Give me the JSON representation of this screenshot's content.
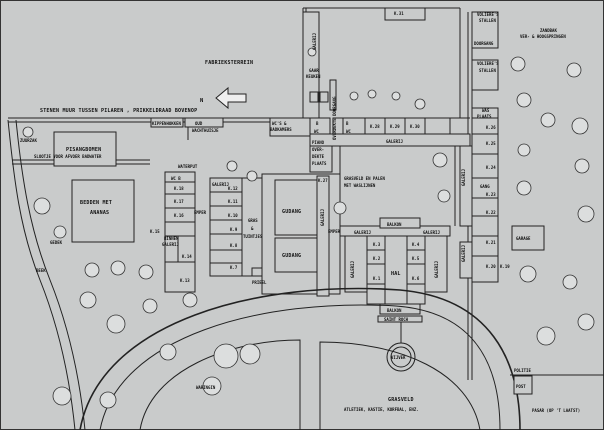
{
  "labels": {
    "fabrieksterrein": "FABRIEKSTERREIN",
    "stenen_muur": "STENEN MUUR TUSSEN PILAREN , PRIKKELDRAAD BOVENOP",
    "north": "N",
    "kippenhokken": "KIPPENHOKKEN",
    "oud_wachthuisje_1": "OUD",
    "oud_wachthuisje_2": "WACHTHUISJE",
    "zuurzak": "ZUURZAK",
    "pisangbomen": "PISANGBOMEN",
    "slootje": "SLOOTJE VOOR AFVOER BADWATER",
    "waterput": "WATERPUT",
    "bedden_1": "BEDDEN MET",
    "bedden_2": "ANANAS",
    "gedek": "GEDEK",
    "beek": "BEEK",
    "wc_b": "WC B",
    "k18": "K.18",
    "k17": "K.17",
    "k16": "K.16",
    "k15": "K.15",
    "k14": "K.14",
    "k13": "K.13",
    "binnen_1": "BINNEN",
    "binnen_2": "GALERIJ",
    "emper_left": "EMPER",
    "galerij": "GALERIJ",
    "k12": "K.12",
    "k11": "K.11",
    "k10": "K.10",
    "k9": "K.9",
    "k8": "K.8",
    "k7": "K.7",
    "gras_1": "GRAS",
    "gras_2": "&",
    "gras_3": "TUINTJES",
    "gudang": "GUDANG",
    "prieel": "PRIEEL",
    "wcs_1": "WC'S &",
    "wcs_2": "BADKAMERS",
    "b": "B",
    "wc": "WC",
    "piano_1": "PIANO",
    "piano_2": "OVER-",
    "piano_3": "DEKTE",
    "piano_4": "PLAATS",
    "overdekte_doorgang": "OVERDEKTE DOORGANG",
    "gaar_1": "GAAR",
    "gaar_2": "KEUKEN",
    "k1": "K.1",
    "k2": "K.2",
    "k3": "K.3",
    "k4": "K.4",
    "k5": "K.5",
    "k6": "K.6",
    "k19": "K.19",
    "k20": "K.20",
    "k21": "K.21",
    "k22": "K.22",
    "k23": "K.23",
    "k24": "K.24",
    "k25": "K.25",
    "k26": "K.26",
    "k27": "K.27",
    "k28": "K.28",
    "k29": "K.29",
    "k30": "K.30",
    "k31": "K.31",
    "gras_palen_1": "GRASVELD EN PALEN",
    "gras_palen_2": "MET WASLIJNEN",
    "emper_mid": "EMPER",
    "balkon": "BALKON",
    "hal": "HAL",
    "saint_roch": "SAINT ROCH",
    "voliere_1_1": "VOLIERE'S",
    "voliere_1_2": "STALLEN",
    "doorgang": "DOORGANG",
    "voliere_2_1": "VOLIERE'S",
    "voliere_2_2": "STALLEN",
    "zandbak_1": "ZANDBAK",
    "zandbak_2": "VER- & HOOGSPRINGEN",
    "was_1": "WAS",
    "was_2": "PLAATS",
    "gang": "GANG",
    "garage": "GARAGE",
    "vijver": "VIJVER",
    "waringin": "WARINGIN",
    "grasveld": "GRASVELD",
    "atletiek": "ATLETIEK, KASTIE, KORFBAL, ENZ.",
    "politie": "POLITIE",
    "post": "POST",
    "pasar": "PASAR (OP 'T LAATST)"
  }
}
